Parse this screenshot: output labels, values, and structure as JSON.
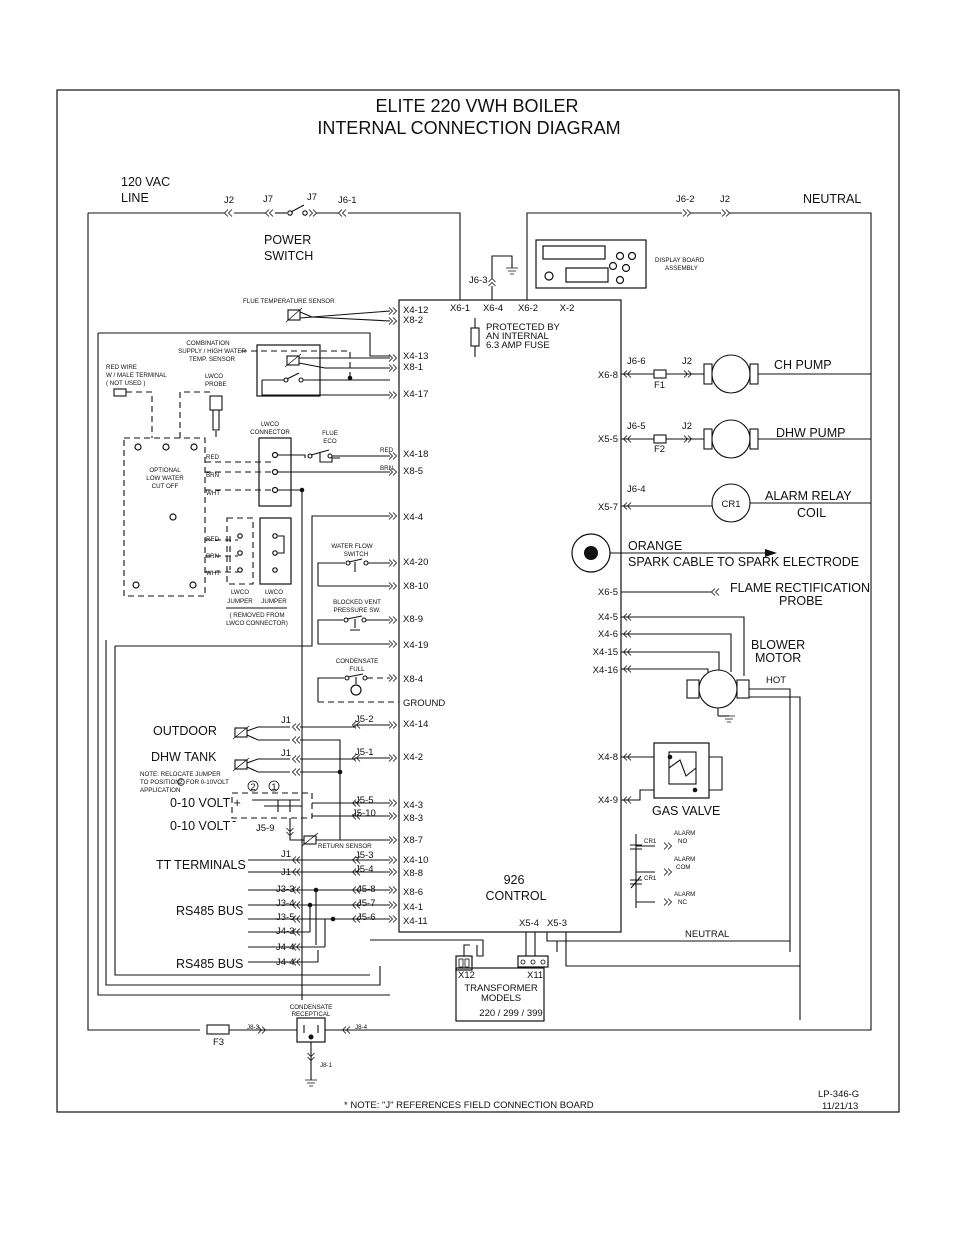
{
  "title": {
    "line1": "ELITE 220 VWH BOILER",
    "line2": "INTERNAL CONNECTION DIAGRAM"
  },
  "power": {
    "line_label_1": "120 VAC",
    "line_label_2": "LINE",
    "neutral": "NEUTRAL",
    "switch_label_1": "POWER",
    "switch_label_2": "SWITCH",
    "j2": "J2",
    "j7a": "J7",
    "j7b": "J7",
    "j6_1": "J6-1",
    "j6_2": "J6-2",
    "j2b": "J2",
    "j6_3": "J6-3"
  },
  "display": {
    "label_1": "DISPLAY BOARD",
    "label_2": "ASSEMBLY"
  },
  "control": {
    "top_pins": [
      "X6-1",
      "X6-4",
      "X6-2",
      "X-2"
    ],
    "fuse_1": "PROTECTED BY",
    "fuse_2": "AN INTERNAL",
    "fuse_3": "6.3 AMP FUSE",
    "name_1": "926",
    "name_2": "CONTROL",
    "bottom_pins": [
      "X5-4",
      "X5-3"
    ]
  },
  "left_pins": [
    "X4-12",
    "X8-2",
    "X4-13",
    "X8-1",
    "X4-17",
    "X4-18",
    "X8-5",
    "X4-4",
    "X4-20",
    "X8-10",
    "X8-9",
    "X4-19",
    "X8-4",
    "GROUND",
    "X4-14",
    "X4-2",
    "X4-3",
    "X8-3",
    "X8-7",
    "X4-10",
    "X8-8",
    "X8-6",
    "X4-1",
    "X4-11"
  ],
  "right_pins": [
    "X6-8",
    "X5-5",
    "X5-7",
    "X6-5",
    "X4-5",
    "X4-6",
    "X4-15",
    "X4-16",
    "X4-8",
    "X4-9"
  ],
  "sensors": {
    "flue_temp": "FLUE TEMPERATURE SENSOR",
    "combo_1": "COMBINATION",
    "combo_2": "SUPPLY / HIGH WATER",
    "combo_3": "TEMP. SENSOR",
    "red_wire_1": "RED WIRE",
    "red_wire_2": "W / MALE TERMINAL",
    "red_wire_3": "( NOT USED )",
    "lwco_probe_1": "LWCO",
    "lwco_probe_2": "PROBE",
    "lwco_conn_1": "LWCO",
    "lwco_conn_2": "CONNECTOR",
    "flue_eco_1": "FLUE",
    "flue_eco_2": "ECO",
    "optional_1": "OPTIONAL",
    "optional_2": "LOW WATER",
    "optional_3": "CUT OFF",
    "red": "RED",
    "brn": "BRN",
    "wht": "WHT",
    "jumper_1": "LWCO",
    "jumper_2": "JUMPER",
    "jumper_3": "LWCO",
    "jumper_4": "JUMPER",
    "removed_1": "( REMOVED FROM",
    "removed_2": "LWCO CONNECTOR)",
    "water_flow_1": "WATER FLOW",
    "water_flow_2": "SWITCH",
    "blocked_vent_1": "BLOCKED VENT",
    "blocked_vent_2": "PRESSURE SW.",
    "condensate_1": "CONDENSATE",
    "condensate_2": "FULL",
    "return_sensor": "RETURN SENSOR"
  },
  "field": {
    "outdoor": "OUTDOOR",
    "dhw_tank": "DHW TANK",
    "note_1": "NOTE: RELOCATE JUMPER",
    "note_2": "TO POSITION",
    "note_circle": "2",
    "note_3": "FOR 0-10VOLT",
    "note_4": "APPLICATION",
    "pos2": "2",
    "pos1": "1",
    "v_plus": "0-10 VOLT +",
    "v_minus": "0-10 VOLT",
    "minus_sign": "-",
    "tt": "TT TERMINALS",
    "rs485_a": "RS485 BUS",
    "rs485_b": "RS485 BUS",
    "j1a": "J1",
    "j1b": "J1",
    "j1c": "J1",
    "j1d": "J1",
    "j5_2": "J5-2",
    "j5_1": "J5-1",
    "j5_5": "J5-5",
    "j5_10": "J5-10",
    "j5_9": "J5-9",
    "j5_3": "J5-3",
    "j5_4": "J5-4",
    "j5_8": "J5-8",
    "j5_7": "J5-7",
    "j5_6": "J5-6",
    "j3_3": "J3-3",
    "j3_4": "J3-4",
    "j3_5": "J3-5",
    "j4_3": "J4-3",
    "j4_4a": "J4-4",
    "j4_4b": "J4-4"
  },
  "outputs": {
    "ch_pump": "CH PUMP",
    "dhw_pump": "DHW PUMP",
    "j6_6": "J6-6",
    "j6_5": "J6-5",
    "j6_4": "J6-4",
    "j2c": "J2",
    "j2d": "J2",
    "f1": "F1",
    "f2": "F2",
    "cr1": "CR1",
    "alarm_relay": "ALARM RELAY",
    "coil": "COIL",
    "orange": "ORANGE",
    "spark": "SPARK CABLE TO SPARK ELECTRODE",
    "flame_1": "FLAME RECTIFICATION",
    "flame_2": "PROBE",
    "blower_1": "BLOWER",
    "blower_2": "MOTOR",
    "hot": "HOT",
    "gas_valve": "GAS VALVE",
    "alarm_no_1": "ALARM",
    "alarm_no_2": "NO",
    "alarm_com_1": "ALARM",
    "alarm_com_2": "COM",
    "alarm_nc_1": "ALARM",
    "alarm_nc_2": "NC",
    "cr1_b": "CR1",
    "cr1_c": "CR1",
    "neutral_b": "NEUTRAL"
  },
  "transformer": {
    "x12": "X12",
    "x11": "X11",
    "label_1": "TRANSFORMER",
    "label_2": "MODELS",
    "label_3": "220 / 299 / 399"
  },
  "bottom": {
    "f3": "F3",
    "j8_3": "J8-3",
    "j8_4": "J8-4",
    "j8_1": "J8-1",
    "receptacle_1": "CONDENSATE",
    "receptacle_2": "RECEPTICAL",
    "note": "* NOTE: \"J\" REFERENCES FIELD CONNECTION BOARD",
    "doc_no": "LP-346-G",
    "date": "11/21/13"
  }
}
